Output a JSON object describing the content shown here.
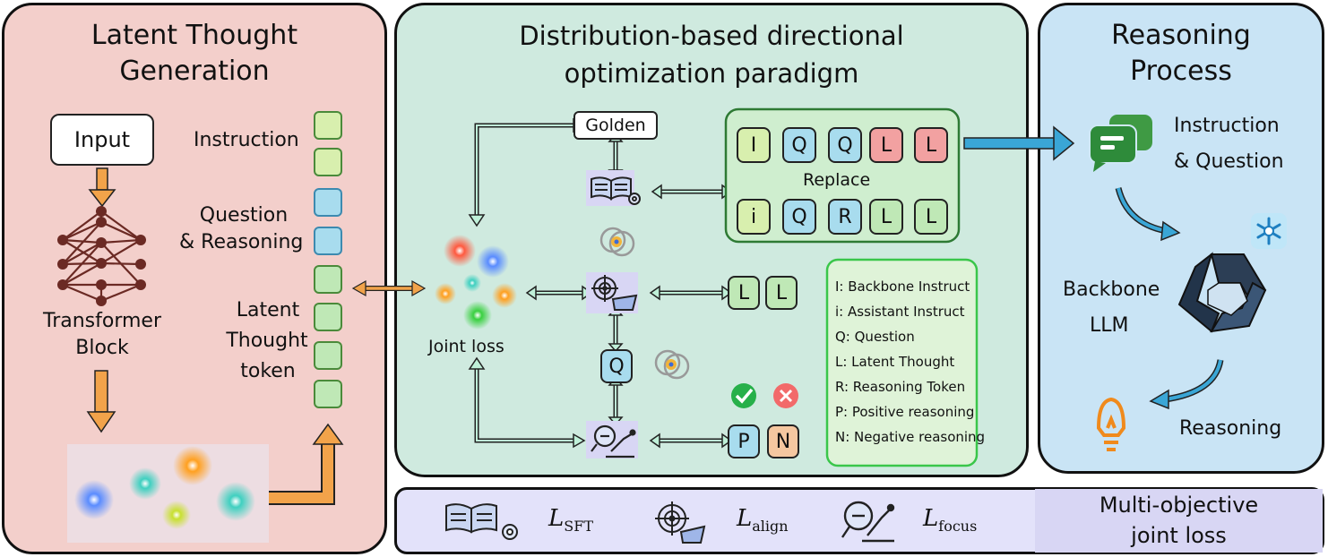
{
  "left": {
    "title_line1": "Latent Thought",
    "title_line2": "Generation",
    "input": "Input",
    "transformer_line1": "Transformer",
    "transformer_line2": "Block",
    "instruction": "Instruction",
    "question_line1": "Question",
    "question_line2": "& Reasoning",
    "latent_line1": "Latent",
    "latent_line2": "Thought",
    "latent_line3": "token"
  },
  "middle": {
    "title_line1": "Distribution-based directional",
    "title_line2": "optimization paradigm",
    "golden": "Golden",
    "replace": "Replace",
    "joint_loss": "Joint loss",
    "top_tokens": [
      "I",
      "Q",
      "Q",
      "L",
      "L"
    ],
    "bottom_tokens": [
      "i",
      "Q",
      "R",
      "L",
      "L"
    ],
    "align_tokens": [
      "L",
      "L"
    ],
    "q_token": "Q",
    "p_token": "P",
    "n_token": "N",
    "legend": [
      "I: Backbone Instruct",
      "i: Assistant Instruct",
      "Q: Question",
      "L: Latent Thought",
      "R: Reasoning Token",
      "P: Positive reasoning",
      "N: Negative reasoning"
    ]
  },
  "right": {
    "title_line1": "Reasoning",
    "title_line2": "Process",
    "iq_line1": "Instruction",
    "iq_line2": "& Question",
    "backbone_line1": "Backbone",
    "backbone_line2": "LLM",
    "reasoning": "Reasoning"
  },
  "bottom": {
    "sft": "L",
    "sft_sub": "SFT",
    "align": "L",
    "align_sub": "align",
    "focus": "L",
    "focus_sub": "focus",
    "label_line1": "Multi-objective",
    "label_line2": "joint loss"
  },
  "colors": {
    "left_bg": "#f3cfcb",
    "mid_bg": "#cfeadf",
    "right_bg": "#c9e4f5",
    "bottom_bg": "#e3e2fa",
    "orange_arrow": "#f2a34a",
    "green_icon": "#2e8b3a",
    "blue_arrow": "#3aa6d6"
  }
}
